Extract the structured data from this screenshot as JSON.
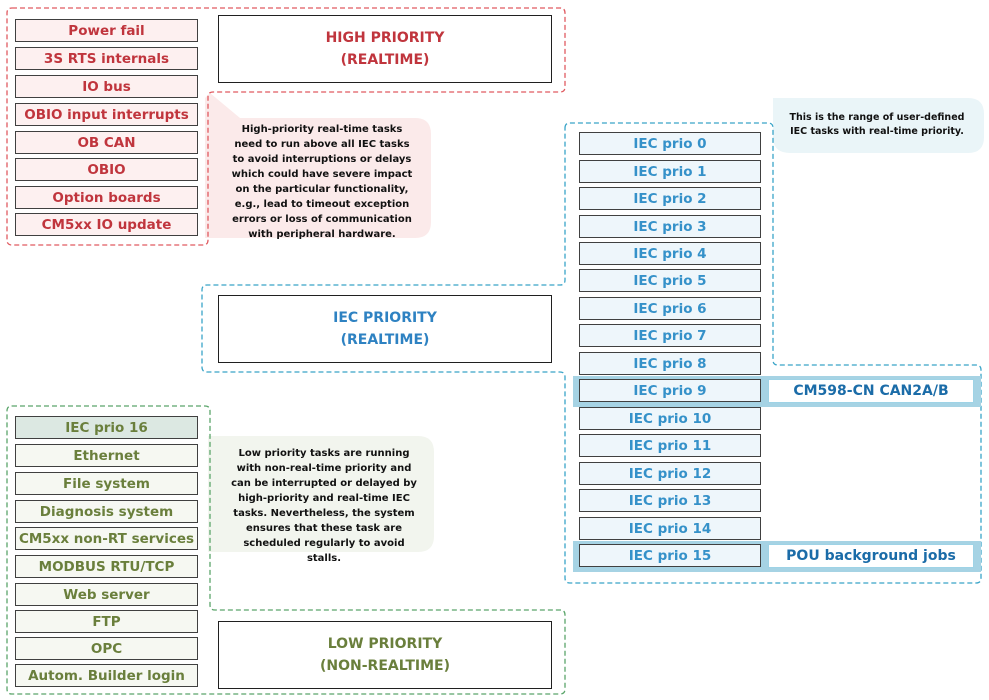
{
  "high": {
    "title_line1": "HIGH PRIORITY",
    "title_line2": "(REALTIME)",
    "items": [
      "Power fail",
      "3S RTS internals",
      "IO bus",
      "OBIO input interrupts",
      "OB CAN",
      "OBIO",
      "Option boards",
      "CM5xx IO update"
    ],
    "note": "High-priority real-time tasks need to run above all IEC tasks to avoid interruptions or delays which could have severe impact on the particular functionality, e.g., lead to timeout exception errors or loss of communication with peripheral hardware."
  },
  "iec": {
    "title_line1": "IEC PRIORITY",
    "title_line2": "(REALTIME)",
    "items": [
      "IEC prio 0",
      "IEC prio 1",
      "IEC prio 2",
      "IEC prio 3",
      "IEC prio 4",
      "IEC prio 5",
      "IEC prio 6",
      "IEC prio 7",
      "IEC prio 8",
      "IEC prio 9",
      "IEC prio 10",
      "IEC prio 11",
      "IEC prio 12",
      "IEC prio 13",
      "IEC prio 14",
      "IEC prio 15"
    ],
    "note": "This is the range of user-defined IEC tasks with real-time priority.",
    "label_prio9": "CM598-CN CAN2A/B",
    "label_prio15": "POU background jobs"
  },
  "low": {
    "title_line1": "LOW PRIORITY",
    "title_line2": "(NON-REALTIME)",
    "items": [
      "IEC prio 16",
      "Ethernet",
      "File system",
      "Diagnosis system",
      "CM5xx non-RT services",
      "MODBUS RTU/TCP",
      "Web server",
      "FTP",
      "OPC",
      "Autom. Builder login"
    ],
    "note": "Low priority tasks are running with non-real-time priority and can be interrupted or delayed by high-priority and real-time IEC tasks. Nevertheless, the system ensures that these task are scheduled regularly to avoid stalls."
  },
  "colors": {
    "high": "#c0353d",
    "iec": "#3591c9",
    "low": "#6a7f3c",
    "label": "#1b6ca8"
  }
}
